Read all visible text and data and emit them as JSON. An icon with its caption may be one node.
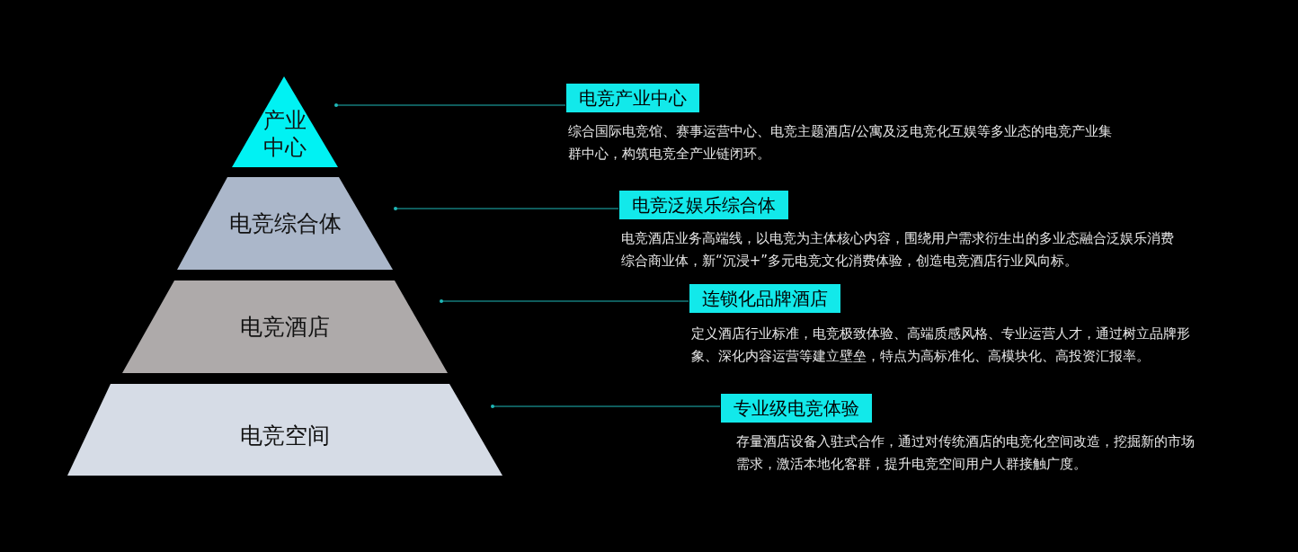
{
  "diagram": {
    "nodes": [
      {
        "text": [
          "产业中心"
        ]
      },
      {
        "text": [
          "电竞综合体"
        ]
      },
      {
        "text": [
          "电竞酒店"
        ]
      },
      {
        "text": [
          "电竞空间"
        ]
      },
      {
        "text": [
          "电竞产业中心"
        ],
        "beside": [
          "综合国际电竞馆、赛事运营中心、电竞主题酒店/公寓及泛电竞化互娱等多业态的电竞产业集群中心，构筑电竞全产业链闭环。"
        ]
      },
      {
        "text": [
          "电竞泛娱乐综合体"
        ],
        "beside": [
          "电竞酒店业务高端线，以电竞为主体核心内容，围绕用户需求衍生出的多业态融合泛娱乐消费综合商业体，新“沉浸+”多元电竞文化消费体验，创造电竞酒店行业风向标。"
        ]
      },
      {
        "text": [
          "连锁化品牌酒店"
        ],
        "beside": [
          "定义酒店行业标准，电竞极致体验、高端质感风格、专业运营人才，通过树立品牌形象、深化内容运营等建立壁垒，特点为高标准化、高模块化、高投资汇报率。"
        ]
      },
      {
        "text": [
          "专业级电竞体验"
        ],
        "beside": [
          "存量酒店设备入驻式合作，通过对传统酒店的电竞化空间改造，挖掘新的市场需求，激活本地化客群，提升电竞空间用户人群接触广度。"
        ]
      }
    ],
    "edges": [
      {
        "from": 4,
        "to": 0,
        "arrow": "other",
        "color": "#1fb8b8"
      },
      {
        "from": 5,
        "to": 1,
        "arrow": "other",
        "color": "#1fb8b8"
      },
      {
        "from": 6,
        "to": 2,
        "arrow": "other",
        "color": "#1fb8b8"
      },
      {
        "from": 7,
        "to": 3,
        "arrow": "other",
        "color": "#1fb8b8"
      }
    ]
  }
}
